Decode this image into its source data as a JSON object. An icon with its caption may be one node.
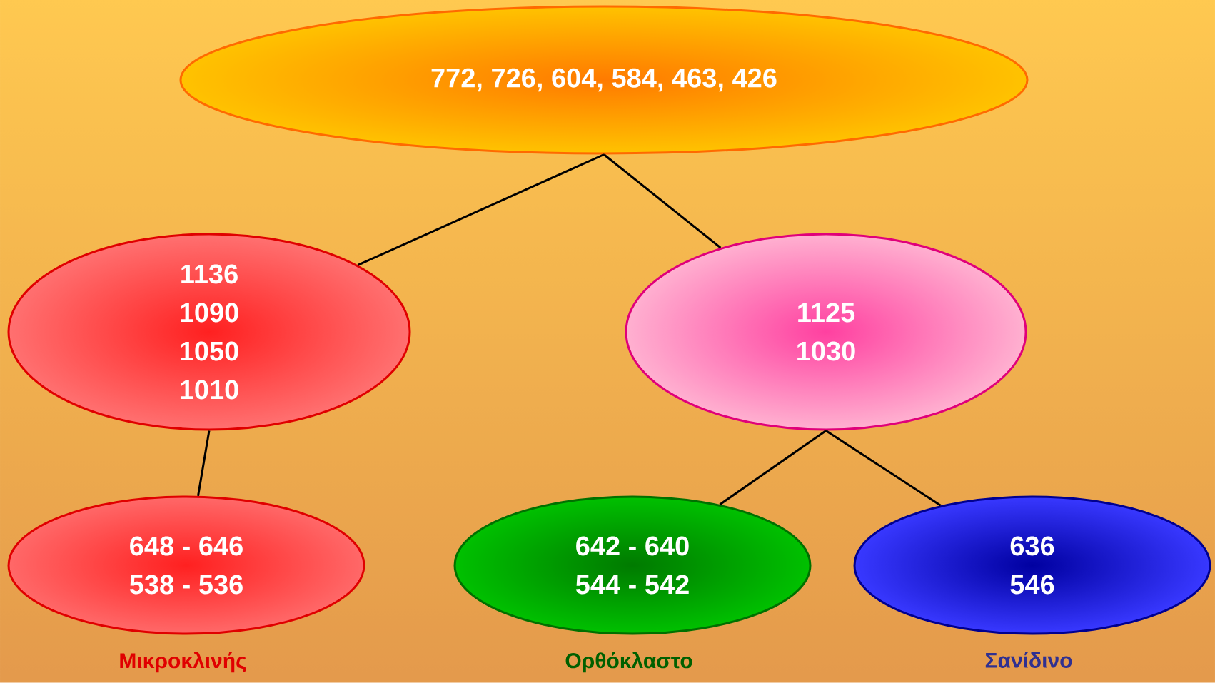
{
  "diagram": {
    "nodes": [
      {
        "text": [
          "772, 726, 604, 584, 463, 426"
        ]
      },
      {
        "text": [
          "1136",
          "1090",
          "1050",
          "1010"
        ]
      },
      {
        "text": [
          "1125",
          "1030"
        ]
      },
      {
        "text": [
          "648 - 646",
          "538 - 536"
        ],
        "beside": [
          "Μικροκλινής"
        ]
      },
      {
        "text": [
          "642 - 640",
          "544 - 542"
        ],
        "beside": [
          "Ορθόκλαστο"
        ]
      },
      {
        "text": [
          "636",
          "546"
        ],
        "beside": [
          "Σανίδινο"
        ]
      }
    ],
    "edges": [
      {
        "from": 0,
        "to": 1,
        "arrow": "none"
      },
      {
        "from": 0,
        "to": 2,
        "arrow": "none"
      },
      {
        "from": 1,
        "to": 3,
        "arrow": "none"
      },
      {
        "from": 2,
        "to": 4,
        "arrow": "none"
      },
      {
        "from": 2,
        "to": 5,
        "arrow": "none"
      }
    ]
  }
}
